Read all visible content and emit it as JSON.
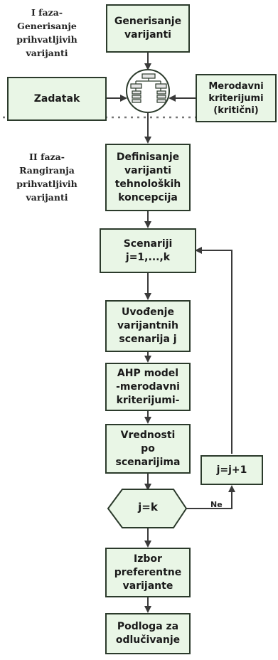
{
  "phases": {
    "phase1": "I faza-\nGenerisanje\nprihvatljivih\nvarijanti",
    "phase2": "II faza-\nRangiranja\nprihvatljivih\nvarijanti"
  },
  "nodes": {
    "generisanje": "Generisanje\nvarijanti",
    "zadatak": "Zadatak",
    "kriterijumi": "Merodavni\nkriterijumi\n(kritični)",
    "definisanje": "Definisanje\nvarijanti\ntehnoloških\nkoncepcija",
    "scenariji": "Scenariji\nj=1,...,k",
    "uvodjenje": "Uvođenje\nvarijantnih\nscenarija j",
    "ahp": "AHP model\n-merodavni\nkriterijumi-",
    "vrednosti": "Vrednosti\npo\nscenarijima",
    "decision": "j=k",
    "increment": "j=j+1",
    "izbor": "Izbor\npreferentne\nvarijante",
    "podloga": "Podloga za\nodlučivanje"
  },
  "edge_labels": {
    "no": "Ne"
  },
  "colors": {
    "box_fill": "#e9f6e6",
    "border": "#2b3a2b",
    "arrow": "#3a3a3a",
    "divider": "#777777"
  }
}
